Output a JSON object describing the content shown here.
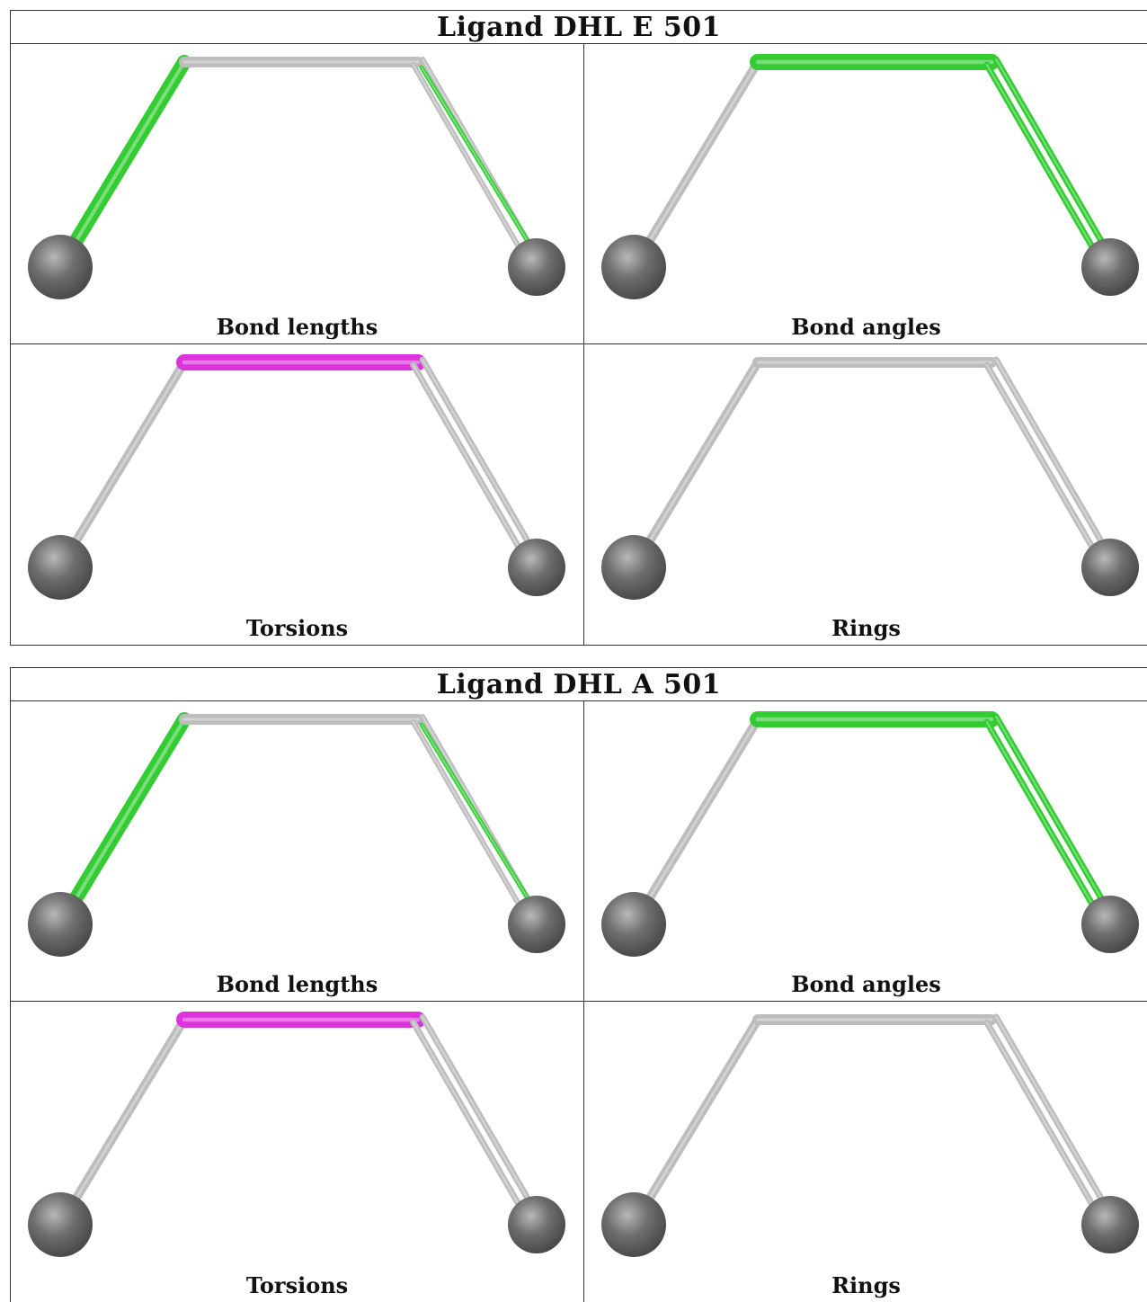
{
  "ligands": [
    {
      "title": "Ligand DHL E 501",
      "panels": [
        {
          "label": "Bond lengths",
          "highlight": "bonds",
          "color": "#33cc33"
        },
        {
          "label": "Bond angles",
          "highlight": "angles",
          "color": "#33cc33"
        },
        {
          "label": "Torsions",
          "highlight": "torsion",
          "color": "#dd33dd"
        },
        {
          "label": "Rings",
          "highlight": "none",
          "color": "#bbbbbb"
        }
      ]
    },
    {
      "title": "Ligand DHL A 501",
      "panels": [
        {
          "label": "Bond lengths",
          "highlight": "bonds",
          "color": "#33cc33"
        },
        {
          "label": "Bond angles",
          "highlight": "angles",
          "color": "#33cc33"
        },
        {
          "label": "Torsions",
          "highlight": "torsion",
          "color": "#dd33dd"
        },
        {
          "label": "Rings",
          "highlight": "none",
          "color": "#bbbbbb"
        }
      ]
    }
  ],
  "colors": {
    "gray_bond": "#bdbdbd",
    "atom": "#6e6e6e",
    "green": "#33cc33",
    "magenta": "#dd33dd"
  }
}
